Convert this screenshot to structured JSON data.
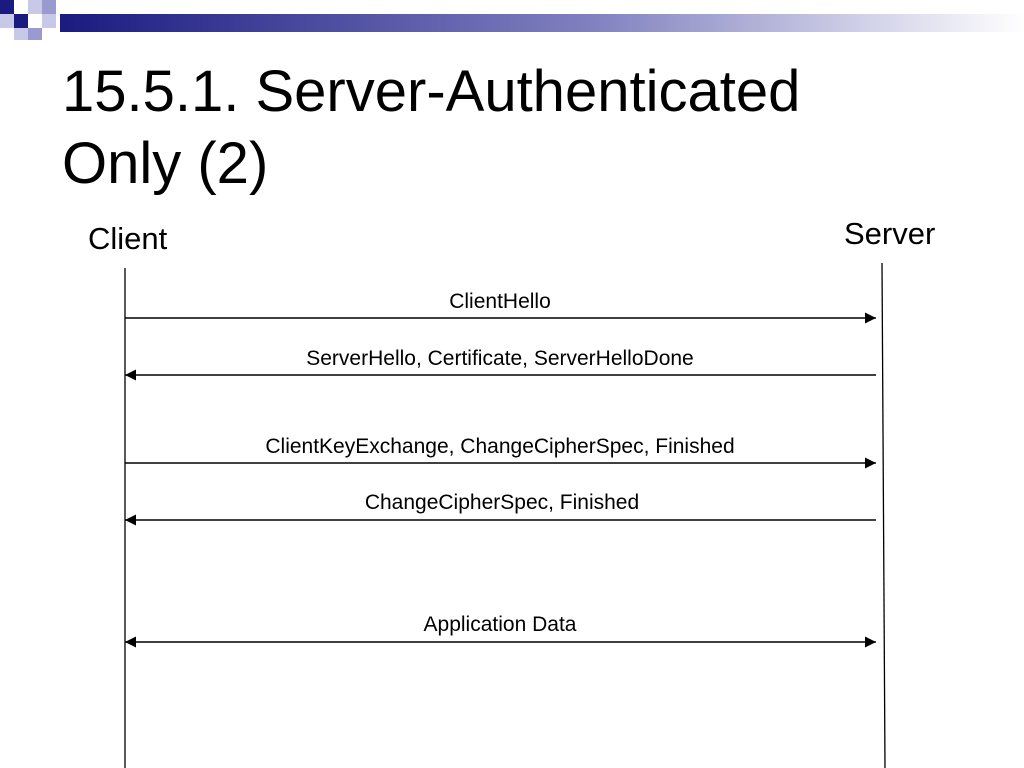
{
  "slide": {
    "title_line1": "15.5.1. Server-Authenticated",
    "title_line2": "Only (2)"
  },
  "participants": {
    "client": "Client",
    "server": "Server"
  },
  "messages": [
    {
      "label": "ClientHello",
      "direction": "client-to-server"
    },
    {
      "label": "ServerHello, Certificate, ServerHelloDone",
      "direction": "server-to-client"
    },
    {
      "label": "ClientKeyExchange, ChangeCipherSpec, Finished",
      "direction": "client-to-server"
    },
    {
      "label": "ChangeCipherSpec, Finished",
      "direction": "server-to-client"
    },
    {
      "label": "Application Data",
      "direction": "bidirectional"
    }
  ],
  "colors": {
    "header_dark": "#1a1a80",
    "header_light": "#9a9ad0",
    "text": "#000000",
    "line": "#000000"
  }
}
